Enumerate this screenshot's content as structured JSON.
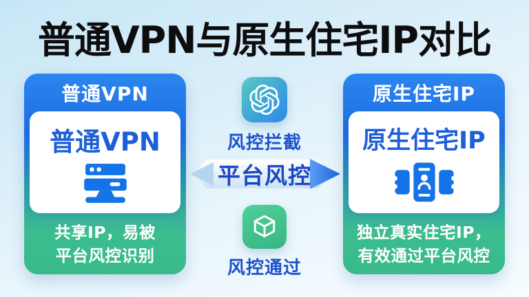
{
  "title": "普通VPN与原生住宅IP对比",
  "left_card": {
    "header": "普通VPN",
    "inner_title": "普通VPN",
    "icon": "server-icon",
    "caption_line1": "共享IP，易被",
    "caption_line2": "平台风控识别"
  },
  "middle": {
    "block_icon": "openai-logo-icon",
    "block_label": "风控拦截",
    "banner_label": "平台风控",
    "pass_icon": "cube-icon",
    "pass_label": "风控通过"
  },
  "right_card": {
    "header": "原生住宅IP",
    "inner_title": "原生住宅IP",
    "icon": "phone-id-card-icon",
    "caption_line1": "独立真实住宅IP，",
    "caption_line2": "有效通过平台风控"
  },
  "colors": {
    "card_top_blue": "#2b85ef",
    "card_bottom_green": "#3cbd8f",
    "inner_title_blue": "#1c5fd8",
    "icon_blue": "#1473e6",
    "mid_label_blue": "#1d52cb",
    "banner_text_blue": "#1a47c4",
    "banner_arrow_blue": "#2e7de9",
    "openai_gradient_start": "#5ac9c3",
    "openai_gradient_end": "#2f89ea",
    "cube_green": "#35b683",
    "background_top": "#c6e6f5",
    "background_bottom": "#f6fcff"
  }
}
